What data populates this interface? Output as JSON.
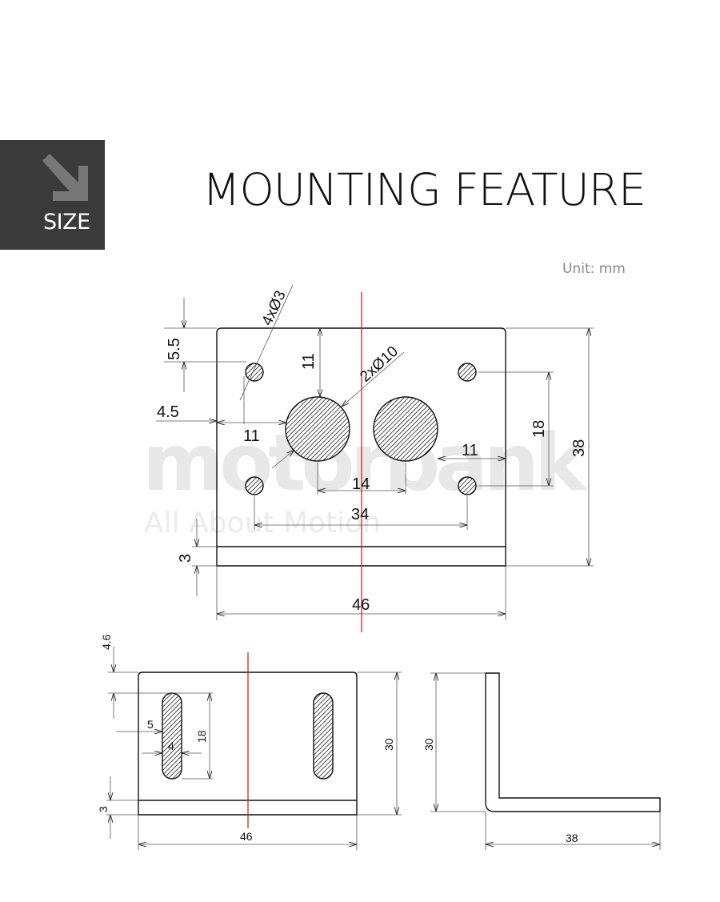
{
  "badge": {
    "label": "SIZE",
    "icon": "arrow-down-right-icon",
    "color": "#3a3a3a"
  },
  "header": {
    "title": "MOUNTING FEATURE",
    "unit": "Unit: mm"
  },
  "watermark": {
    "brand": "motorbank",
    "tagline": "All About Motion"
  },
  "front_view": {
    "hole_callout": "4xØ3",
    "bore_callout": "2xØ10",
    "dims": {
      "top_margin": "5.5",
      "left_margin": "4.5",
      "bore_top": "11",
      "bore_left": "11",
      "bore_spacing": "14",
      "bore_right": "11",
      "hole_vertical": "18",
      "hole_horizontal": "34",
      "height": "38",
      "flange": "3",
      "width": "46"
    }
  },
  "rear_view": {
    "dims": {
      "slot_top": "4.6",
      "slot_offset": "5",
      "slot_width": "4",
      "slot_length": "18",
      "height": "30",
      "flange": "3",
      "width": "46"
    }
  },
  "side_view": {
    "dims": {
      "height": "30",
      "depth": "38"
    }
  },
  "colors": {
    "outline": "#111111",
    "centerline": "#e0201a",
    "watermark": "#e8e8e8",
    "hatch": "#222222"
  }
}
